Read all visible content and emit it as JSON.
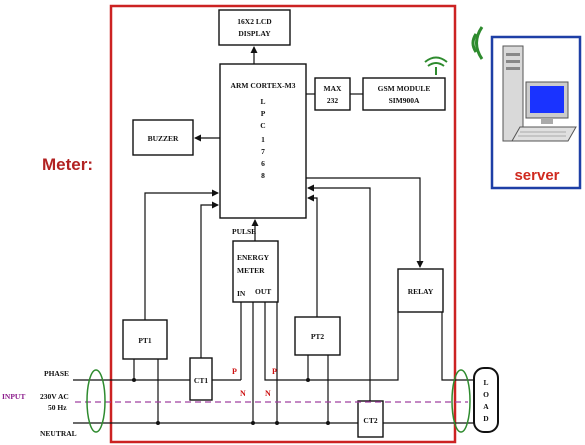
{
  "blocks": {
    "lcd": [
      "16X2 LCD",
      "DISPLAY"
    ],
    "arm": "ARM CORTEX-M3",
    "lpc": [
      "L",
      "P",
      "C",
      "1",
      "7",
      "6",
      "8"
    ],
    "max": [
      "MAX",
      "232"
    ],
    "gsm": [
      "GSM MODULE",
      "SIM900A"
    ],
    "buzzer": "BUZZER",
    "energy": [
      "ENERGY",
      "METER"
    ],
    "energy_in": "IN",
    "energy_out": "OUT",
    "pulse": "PULSE",
    "relay": "RELAY",
    "pt1": "PT1",
    "pt2": "PT2",
    "ct1": "CT1",
    "ct2": "CT2",
    "load": [
      "L",
      "O",
      "A",
      "D"
    ]
  },
  "labels": {
    "meter": "Meter:",
    "server": "server",
    "phase": "PHASE",
    "input": "INPUT",
    "voltage": "230V AC",
    "freq": "50 Hz",
    "neutral": "NEUTRAL",
    "p1": "P",
    "p2": "P",
    "n1": "N",
    "n2": "N"
  },
  "colors": {
    "meter_border": "#cc2222",
    "meter_label": "#b22222",
    "server_border": "#1e3fa6",
    "server_label": "#d02a1f",
    "antenna": "#2e8b2e",
    "red_tag": "#cc1111",
    "input_line": "#a040a0",
    "ellipse": "#2e8b2e"
  }
}
